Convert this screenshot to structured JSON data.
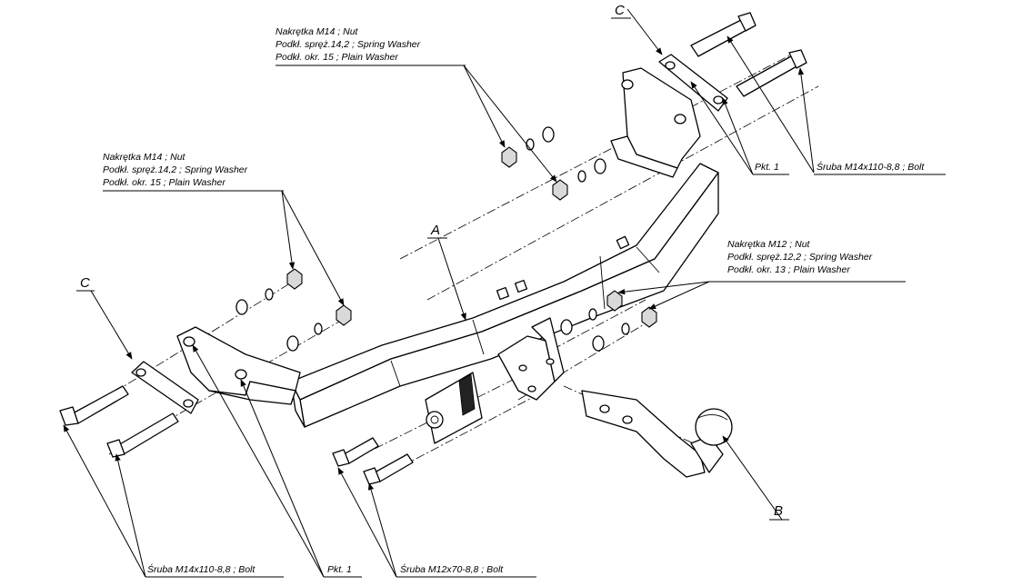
{
  "labels": {
    "nut_group_top": [
      "Nakrętka  M14 ; Nut",
      "Podkł. spręż.14,2 ; Spring Washer",
      "Podkł. okr. 15 ; Plain Washer"
    ],
    "nut_group_left": [
      "Nakrętka  M14 ; Nut",
      "Podkł. spręż.14,2 ; Spring Washer",
      "Podkł. okr. 15 ; Plain Washer"
    ],
    "nut_group_right": [
      "Nakrętka  M12 ; Nut",
      "Podkł. spręż.12,2 ; Spring Washer",
      "Podkł. okr. 13 ; Plain Washer"
    ],
    "bolt_top_right": "Śruba M14x110-8,8 ;  Bolt",
    "pkt_top_right": "Pkt. 1",
    "bolt_bottom_left": "Śruba M14x110-8,8 ;  Bolt",
    "pkt_bottom": "Pkt. 1",
    "bolt_bottom_mid": "Śruba M12x70-8,8  ;  Bolt"
  },
  "part_letters": {
    "beam": "A",
    "ball": "B",
    "plate_left": "C",
    "plate_right": "C"
  }
}
